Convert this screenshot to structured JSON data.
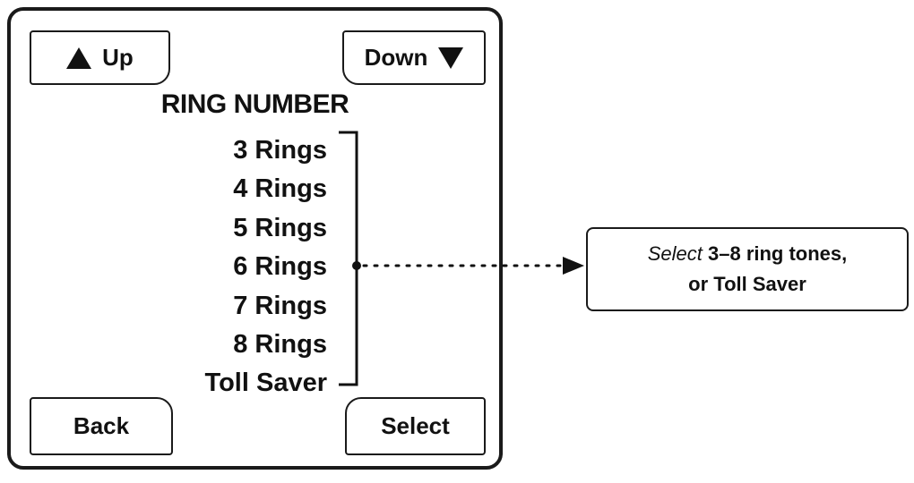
{
  "screen": {
    "buttons": {
      "up": "Up",
      "down": "Down",
      "back": "Back",
      "select": "Select"
    },
    "title": "RING NUMBER",
    "options": [
      "3 Rings",
      "4 Rings",
      "5 Rings",
      "6 Rings",
      "7 Rings",
      "8 Rings",
      "Toll Saver"
    ]
  },
  "callout": {
    "verb": "Select",
    "line1_rest": "3–8 ring tones,",
    "line2": "or Toll Saver"
  },
  "icons": {
    "up": "triangle-up-icon",
    "down": "triangle-down-icon"
  }
}
